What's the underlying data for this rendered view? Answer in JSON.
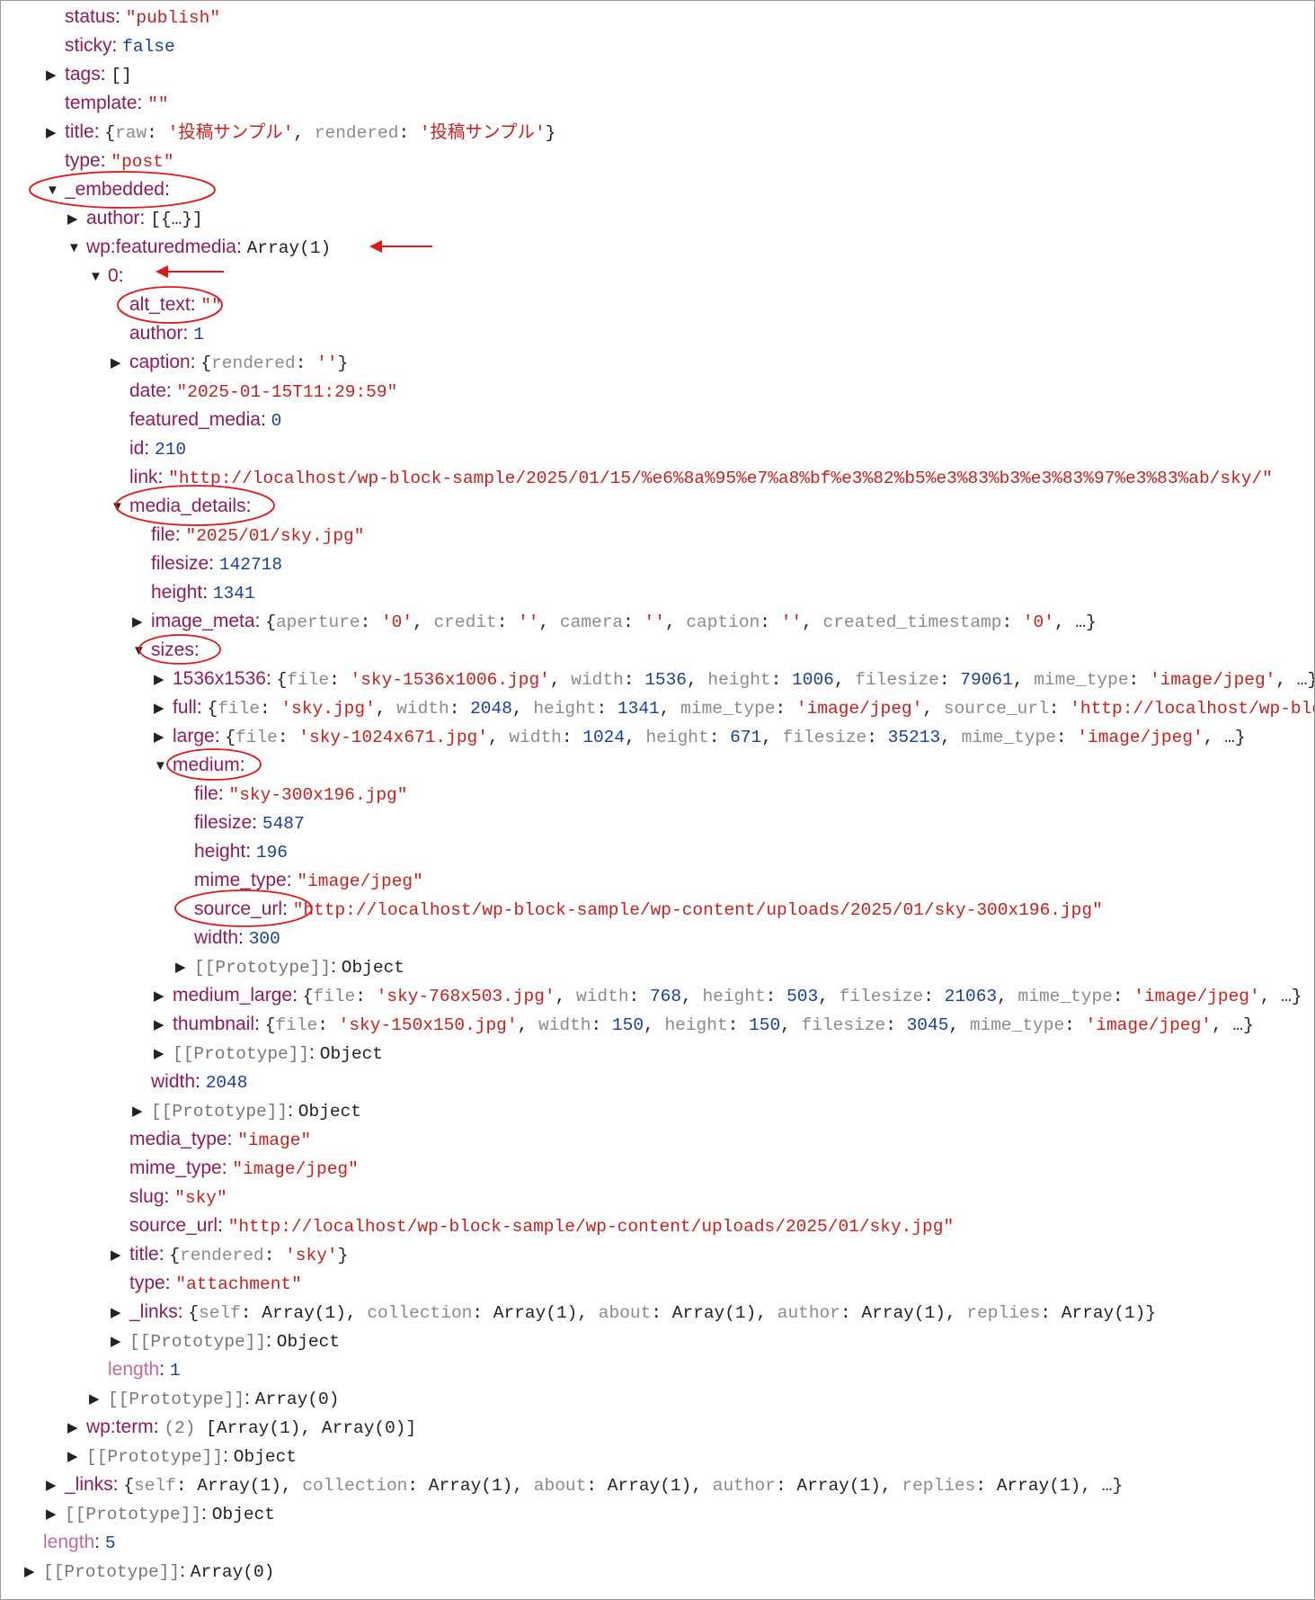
{
  "rows": [
    {
      "d": 2,
      "t": "",
      "k": "status",
      "v": [
        [
          "s",
          "\"publish\""
        ]
      ]
    },
    {
      "d": 2,
      "t": "",
      "k": "sticky",
      "v": [
        [
          "p",
          "false"
        ]
      ]
    },
    {
      "d": 2,
      "t": "c",
      "k": "tags",
      "v": [
        [
          "o",
          "[]"
        ]
      ]
    },
    {
      "d": 2,
      "t": "",
      "k": "template",
      "v": [
        [
          "s",
          "\"\""
        ]
      ]
    },
    {
      "d": 2,
      "t": "c",
      "k": "title",
      "v": [
        [
          "o",
          "{"
        ],
        [
          "ik",
          "raw"
        ],
        [
          "o",
          ": "
        ],
        [
          "s",
          "'投稿サンプル'"
        ],
        [
          "o",
          ", "
        ],
        [
          "ik",
          "rendered"
        ],
        [
          "o",
          ": "
        ],
        [
          "s",
          "'投稿サンプル'"
        ],
        [
          "o",
          "}"
        ]
      ]
    },
    {
      "d": 2,
      "t": "",
      "k": "type",
      "v": [
        [
          "s",
          "\"post\""
        ]
      ]
    },
    {
      "d": 2,
      "t": "e",
      "k": "_embedded",
      "v": []
    },
    {
      "d": 3,
      "t": "c",
      "k": "author",
      "v": [
        [
          "o",
          "[{…}]"
        ]
      ]
    },
    {
      "d": 3,
      "t": "e",
      "k": "wp:featuredmedia",
      "v": [
        [
          "o",
          "Array(1)"
        ]
      ]
    },
    {
      "d": 4,
      "t": "e",
      "k": "0",
      "v": []
    },
    {
      "d": 5,
      "t": "",
      "k": "alt_text",
      "v": [
        [
          "s",
          "\"\""
        ]
      ]
    },
    {
      "d": 5,
      "t": "",
      "k": "author",
      "v": [
        [
          "n",
          "1"
        ]
      ]
    },
    {
      "d": 5,
      "t": "c",
      "k": "caption",
      "v": [
        [
          "o",
          "{"
        ],
        [
          "ik",
          "rendered"
        ],
        [
          "o",
          ": "
        ],
        [
          "s",
          "''"
        ],
        [
          "o",
          "}"
        ]
      ]
    },
    {
      "d": 5,
      "t": "",
      "k": "date",
      "v": [
        [
          "s",
          "\"2025-01-15T11:29:59\""
        ]
      ]
    },
    {
      "d": 5,
      "t": "",
      "k": "featured_media",
      "v": [
        [
          "n",
          "0"
        ]
      ]
    },
    {
      "d": 5,
      "t": "",
      "k": "id",
      "v": [
        [
          "n",
          "210"
        ]
      ]
    },
    {
      "d": 5,
      "t": "",
      "k": "link",
      "v": [
        [
          "s",
          "\"http://localhost/wp-block-sample/2025/01/15/%e6%8a%95%e7%a8%bf%e3%82%b5%e3%83%b3%e3%83%97%e3%83%ab/sky/\""
        ]
      ]
    },
    {
      "d": 5,
      "t": "e",
      "k": "media_details",
      "v": []
    },
    {
      "d": 6,
      "t": "",
      "k": "file",
      "v": [
        [
          "s",
          "\"2025/01/sky.jpg\""
        ]
      ]
    },
    {
      "d": 6,
      "t": "",
      "k": "filesize",
      "v": [
        [
          "n",
          "142718"
        ]
      ]
    },
    {
      "d": 6,
      "t": "",
      "k": "height",
      "v": [
        [
          "n",
          "1341"
        ]
      ]
    },
    {
      "d": 6,
      "t": "c",
      "k": "image_meta",
      "v": [
        [
          "o",
          "{"
        ],
        [
          "ik",
          "aperture"
        ],
        [
          "o",
          ": "
        ],
        [
          "s",
          "'0'"
        ],
        [
          "o",
          ", "
        ],
        [
          "ik",
          "credit"
        ],
        [
          "o",
          ": "
        ],
        [
          "s",
          "''"
        ],
        [
          "o",
          ", "
        ],
        [
          "ik",
          "camera"
        ],
        [
          "o",
          ": "
        ],
        [
          "s",
          "''"
        ],
        [
          "o",
          ", "
        ],
        [
          "ik",
          "caption"
        ],
        [
          "o",
          ": "
        ],
        [
          "s",
          "''"
        ],
        [
          "o",
          ", "
        ],
        [
          "ik",
          "created_timestamp"
        ],
        [
          "o",
          ": "
        ],
        [
          "s",
          "'0'"
        ],
        [
          "o",
          ", …}"
        ]
      ]
    },
    {
      "d": 6,
      "t": "e",
      "k": "sizes",
      "v": []
    },
    {
      "d": 7,
      "t": "c",
      "k": "1536x1536",
      "v": [
        [
          "o",
          "{"
        ],
        [
          "ik",
          "file"
        ],
        [
          "o",
          ": "
        ],
        [
          "s",
          "'sky-1536x1006.jpg'"
        ],
        [
          "o",
          ", "
        ],
        [
          "ik",
          "width"
        ],
        [
          "o",
          ": "
        ],
        [
          "n",
          "1536"
        ],
        [
          "o",
          ", "
        ],
        [
          "ik",
          "height"
        ],
        [
          "o",
          ": "
        ],
        [
          "n",
          "1006"
        ],
        [
          "o",
          ", "
        ],
        [
          "ik",
          "filesize"
        ],
        [
          "o",
          ": "
        ],
        [
          "n",
          "79061"
        ],
        [
          "o",
          ", "
        ],
        [
          "ik",
          "mime_type"
        ],
        [
          "o",
          ": "
        ],
        [
          "s",
          "'image/jpeg'"
        ],
        [
          "o",
          ", …}"
        ]
      ]
    },
    {
      "d": 7,
      "t": "c",
      "k": "full",
      "v": [
        [
          "o",
          "{"
        ],
        [
          "ik",
          "file"
        ],
        [
          "o",
          ": "
        ],
        [
          "s",
          "'sky.jpg'"
        ],
        [
          "o",
          ", "
        ],
        [
          "ik",
          "width"
        ],
        [
          "o",
          ": "
        ],
        [
          "n",
          "2048"
        ],
        [
          "o",
          ", "
        ],
        [
          "ik",
          "height"
        ],
        [
          "o",
          ": "
        ],
        [
          "n",
          "1341"
        ],
        [
          "o",
          ", "
        ],
        [
          "ik",
          "mime_type"
        ],
        [
          "o",
          ": "
        ],
        [
          "s",
          "'image/jpeg'"
        ],
        [
          "o",
          ", "
        ],
        [
          "ik",
          "source_url"
        ],
        [
          "o",
          ": "
        ],
        [
          "s",
          "'http://localhost/wp-block-sa"
        ]
      ]
    },
    {
      "d": 7,
      "t": "c",
      "k": "large",
      "v": [
        [
          "o",
          "{"
        ],
        [
          "ik",
          "file"
        ],
        [
          "o",
          ": "
        ],
        [
          "s",
          "'sky-1024x671.jpg'"
        ],
        [
          "o",
          ", "
        ],
        [
          "ik",
          "width"
        ],
        [
          "o",
          ": "
        ],
        [
          "n",
          "1024"
        ],
        [
          "o",
          ", "
        ],
        [
          "ik",
          "height"
        ],
        [
          "o",
          ": "
        ],
        [
          "n",
          "671"
        ],
        [
          "o",
          ", "
        ],
        [
          "ik",
          "filesize"
        ],
        [
          "o",
          ": "
        ],
        [
          "n",
          "35213"
        ],
        [
          "o",
          ", "
        ],
        [
          "ik",
          "mime_type"
        ],
        [
          "o",
          ": "
        ],
        [
          "s",
          "'image/jpeg'"
        ],
        [
          "o",
          ", …}"
        ]
      ]
    },
    {
      "d": 7,
      "t": "e",
      "k": "medium",
      "v": []
    },
    {
      "d": 8,
      "t": "",
      "k": "file",
      "v": [
        [
          "s",
          "\"sky-300x196.jpg\""
        ]
      ]
    },
    {
      "d": 8,
      "t": "",
      "k": "filesize",
      "v": [
        [
          "n",
          "5487"
        ]
      ]
    },
    {
      "d": 8,
      "t": "",
      "k": "height",
      "v": [
        [
          "n",
          "196"
        ]
      ]
    },
    {
      "d": 8,
      "t": "",
      "k": "mime_type",
      "v": [
        [
          "s",
          "\"image/jpeg\""
        ]
      ]
    },
    {
      "d": 8,
      "t": "",
      "k": "source_url",
      "v": [
        [
          "s",
          "\"http://localhost/wp-block-sample/wp-content/uploads/2025/01/sky-300x196.jpg\""
        ]
      ]
    },
    {
      "d": 8,
      "t": "",
      "k": "width",
      "v": [
        [
          "n",
          "300"
        ]
      ]
    },
    {
      "d": 8,
      "t": "c",
      "k": "[[Prototype]]",
      "dim": true,
      "v": [
        [
          "o",
          "Object"
        ]
      ]
    },
    {
      "d": 7,
      "t": "c",
      "k": "medium_large",
      "v": [
        [
          "o",
          "{"
        ],
        [
          "ik",
          "file"
        ],
        [
          "o",
          ": "
        ],
        [
          "s",
          "'sky-768x503.jpg'"
        ],
        [
          "o",
          ", "
        ],
        [
          "ik",
          "width"
        ],
        [
          "o",
          ": "
        ],
        [
          "n",
          "768"
        ],
        [
          "o",
          ", "
        ],
        [
          "ik",
          "height"
        ],
        [
          "o",
          ": "
        ],
        [
          "n",
          "503"
        ],
        [
          "o",
          ", "
        ],
        [
          "ik",
          "filesize"
        ],
        [
          "o",
          ": "
        ],
        [
          "n",
          "21063"
        ],
        [
          "o",
          ", "
        ],
        [
          "ik",
          "mime_type"
        ],
        [
          "o",
          ": "
        ],
        [
          "s",
          "'image/jpeg'"
        ],
        [
          "o",
          ", …}"
        ]
      ]
    },
    {
      "d": 7,
      "t": "c",
      "k": "thumbnail",
      "v": [
        [
          "o",
          "{"
        ],
        [
          "ik",
          "file"
        ],
        [
          "o",
          ": "
        ],
        [
          "s",
          "'sky-150x150.jpg'"
        ],
        [
          "o",
          ", "
        ],
        [
          "ik",
          "width"
        ],
        [
          "o",
          ": "
        ],
        [
          "n",
          "150"
        ],
        [
          "o",
          ", "
        ],
        [
          "ik",
          "height"
        ],
        [
          "o",
          ": "
        ],
        [
          "n",
          "150"
        ],
        [
          "o",
          ", "
        ],
        [
          "ik",
          "filesize"
        ],
        [
          "o",
          ": "
        ],
        [
          "n",
          "3045"
        ],
        [
          "o",
          ", "
        ],
        [
          "ik",
          "mime_type"
        ],
        [
          "o",
          ": "
        ],
        [
          "s",
          "'image/jpeg'"
        ],
        [
          "o",
          ", …}"
        ]
      ]
    },
    {
      "d": 7,
      "t": "c",
      "k": "[[Prototype]]",
      "dim": true,
      "v": [
        [
          "o",
          "Object"
        ]
      ]
    },
    {
      "d": 6,
      "t": "",
      "k": "width",
      "v": [
        [
          "n",
          "2048"
        ]
      ]
    },
    {
      "d": 6,
      "t": "c",
      "k": "[[Prototype]]",
      "dim": true,
      "v": [
        [
          "o",
          "Object"
        ]
      ]
    },
    {
      "d": 5,
      "t": "",
      "k": "media_type",
      "v": [
        [
          "s",
          "\"image\""
        ]
      ]
    },
    {
      "d": 5,
      "t": "",
      "k": "mime_type",
      "v": [
        [
          "s",
          "\"image/jpeg\""
        ]
      ]
    },
    {
      "d": 5,
      "t": "",
      "k": "slug",
      "v": [
        [
          "s",
          "\"sky\""
        ]
      ]
    },
    {
      "d": 5,
      "t": "",
      "k": "source_url",
      "v": [
        [
          "s",
          "\"http://localhost/wp-block-sample/wp-content/uploads/2025/01/sky.jpg\""
        ]
      ]
    },
    {
      "d": 5,
      "t": "c",
      "k": "title",
      "v": [
        [
          "o",
          "{"
        ],
        [
          "ik",
          "rendered"
        ],
        [
          "o",
          ": "
        ],
        [
          "s",
          "'sky'"
        ],
        [
          "o",
          "}"
        ]
      ]
    },
    {
      "d": 5,
      "t": "",
      "k": "type",
      "v": [
        [
          "s",
          "\"attachment\""
        ]
      ]
    },
    {
      "d": 5,
      "t": "c",
      "k": "_links",
      "v": [
        [
          "o",
          "{"
        ],
        [
          "ik",
          "self"
        ],
        [
          "o",
          ": Array(1), "
        ],
        [
          "ik",
          "collection"
        ],
        [
          "o",
          ": Array(1), "
        ],
        [
          "ik",
          "about"
        ],
        [
          "o",
          ": Array(1), "
        ],
        [
          "ik",
          "author"
        ],
        [
          "o",
          ": Array(1), "
        ],
        [
          "ik",
          "replies"
        ],
        [
          "o",
          ": Array(1)}"
        ]
      ]
    },
    {
      "d": 5,
      "t": "c",
      "k": "[[Prototype]]",
      "dim": true,
      "v": [
        [
          "o",
          "Object"
        ]
      ]
    },
    {
      "d": 4,
      "t": "",
      "k": "length",
      "kdim": true,
      "v": [
        [
          "n",
          "1"
        ]
      ]
    },
    {
      "d": 4,
      "t": "c",
      "k": "[[Prototype]]",
      "dim": true,
      "v": [
        [
          "o",
          "Array(0)"
        ]
      ]
    },
    {
      "d": 3,
      "t": "c",
      "k": "wp:term",
      "v": [
        [
          "g",
          "(2) "
        ],
        [
          "o",
          "[Array(1), Array(0)]"
        ]
      ]
    },
    {
      "d": 3,
      "t": "c",
      "k": "[[Prototype]]",
      "dim": true,
      "v": [
        [
          "o",
          "Object"
        ]
      ]
    },
    {
      "d": 2,
      "t": "c",
      "k": "_links",
      "v": [
        [
          "o",
          "{"
        ],
        [
          "ik",
          "self"
        ],
        [
          "o",
          ": Array(1), "
        ],
        [
          "ik",
          "collection"
        ],
        [
          "o",
          ": Array(1), "
        ],
        [
          "ik",
          "about"
        ],
        [
          "o",
          ": Array(1), "
        ],
        [
          "ik",
          "author"
        ],
        [
          "o",
          ": Array(1), "
        ],
        [
          "ik",
          "replies"
        ],
        [
          "o",
          ": Array(1), …}"
        ]
      ]
    },
    {
      "d": 2,
      "t": "c",
      "k": "[[Prototype]]",
      "dim": true,
      "v": [
        [
          "o",
          "Object"
        ]
      ]
    },
    {
      "d": 1,
      "t": "",
      "k": "length",
      "kdim": true,
      "v": [
        [
          "n",
          "5"
        ]
      ]
    },
    {
      "d": 1,
      "t": "c",
      "k": "[[Prototype]]",
      "dim": true,
      "v": [
        [
          "o",
          "Array(0)"
        ]
      ]
    }
  ],
  "annotations": {
    "color": "#e01818",
    "circled_keys": [
      "_embedded",
      "alt_text",
      "media_details",
      "sizes",
      "medium",
      "source_url"
    ],
    "arrows": [
      "wp:featuredmedia",
      "0"
    ]
  }
}
